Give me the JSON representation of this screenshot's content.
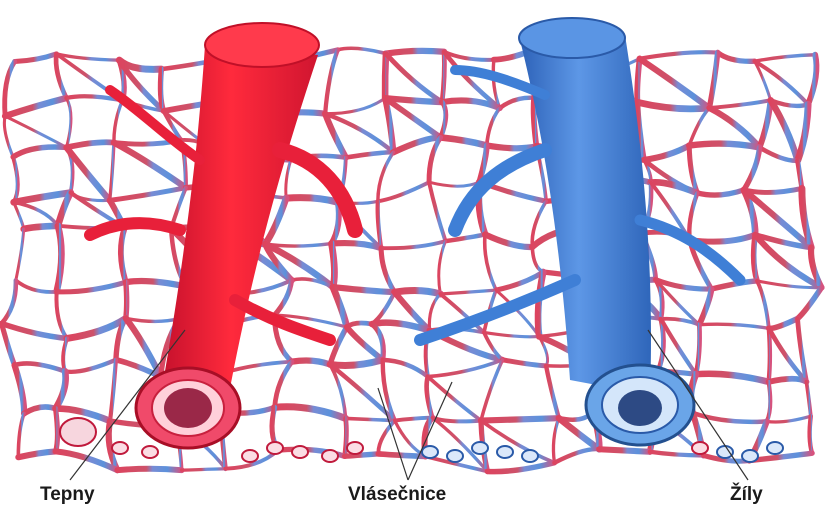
{
  "labels": {
    "arteries": "Tepny",
    "capillaries": "Vlásečnice",
    "veins": "Žíly"
  },
  "colors": {
    "artery": "#e8203a",
    "artery_dark": "#b5102a",
    "vein": "#3f7fd6",
    "vein_dark": "#2a5aa8",
    "capillary_mix": "#8a6fc4",
    "leader_line": "#333333"
  }
}
